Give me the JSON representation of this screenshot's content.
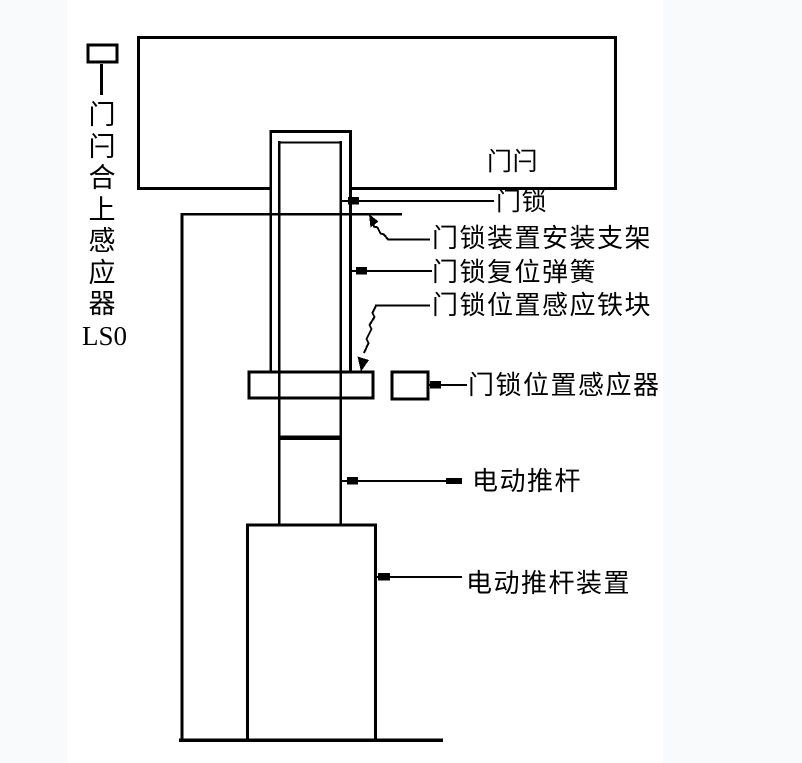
{
  "colors": {
    "line": "#000000",
    "canvas_bg": "#ffffff",
    "page_bg": "#f8fafc"
  },
  "left_sensor": {
    "chars": [
      "门",
      "闩",
      "合",
      "上",
      "感",
      "应",
      "器"
    ],
    "code": "LS0",
    "full_label": "门闩合上感应器LS0"
  },
  "labels": {
    "door_latch": "门闩",
    "door_lock": "门锁",
    "mount_bracket": "门锁装置安装支架",
    "return_spring": "门锁复位弹簧",
    "sensing_block": "门锁位置感应铁块",
    "position_sensor": "门锁位置感应器",
    "push_rod": "电动推杆",
    "push_rod_device": "电动推杆装置"
  }
}
